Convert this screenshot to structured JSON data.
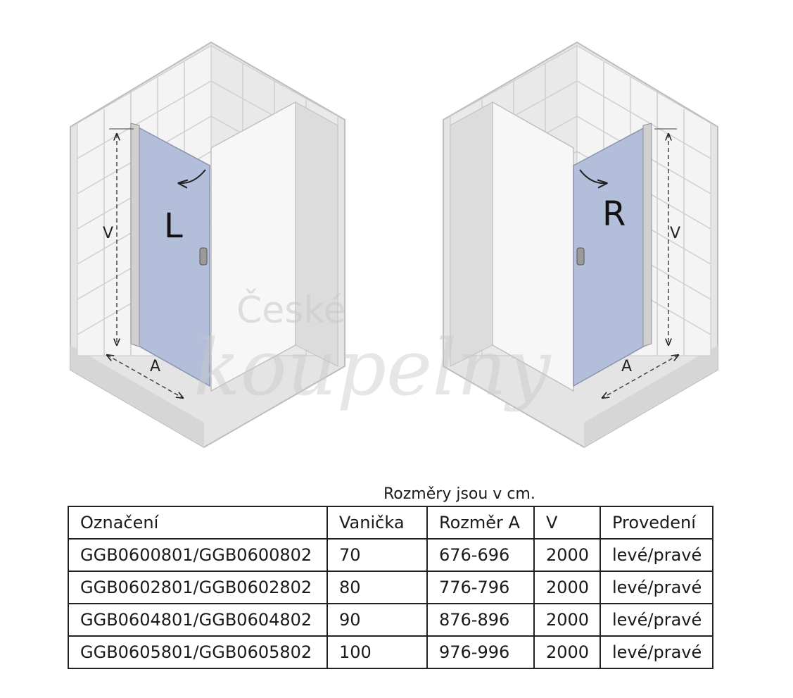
{
  "diagram": {
    "left_label": "L",
    "right_label": "R",
    "height_label": "V",
    "width_label": "A",
    "watermark_top": "České",
    "watermark_main": "koupelny"
  },
  "table": {
    "note": "Rozměry jsou v cm.",
    "headers": [
      "Označení",
      "Vanička",
      "Rozměr A",
      "V",
      "Provedení"
    ],
    "rows": [
      [
        "GGB0600801/GGB0600802",
        "70",
        "676-696",
        "2000",
        "levé/pravé"
      ],
      [
        "GGB0602801/GGB0602802",
        "80",
        "776-796",
        "2000",
        "levé/pravé"
      ],
      [
        "GGB0604801/GGB0604802",
        "90",
        "876-896",
        "2000",
        "levé/pravé"
      ],
      [
        "GGB0605801/GGB0605802",
        "100",
        "976-996",
        "2000",
        "levé/pravé"
      ]
    ]
  },
  "colors": {
    "glass": "#b3bedb",
    "wall": "#f2f2f2",
    "tile_line": "#cfcfcf",
    "outline": "#bdbdbd"
  }
}
